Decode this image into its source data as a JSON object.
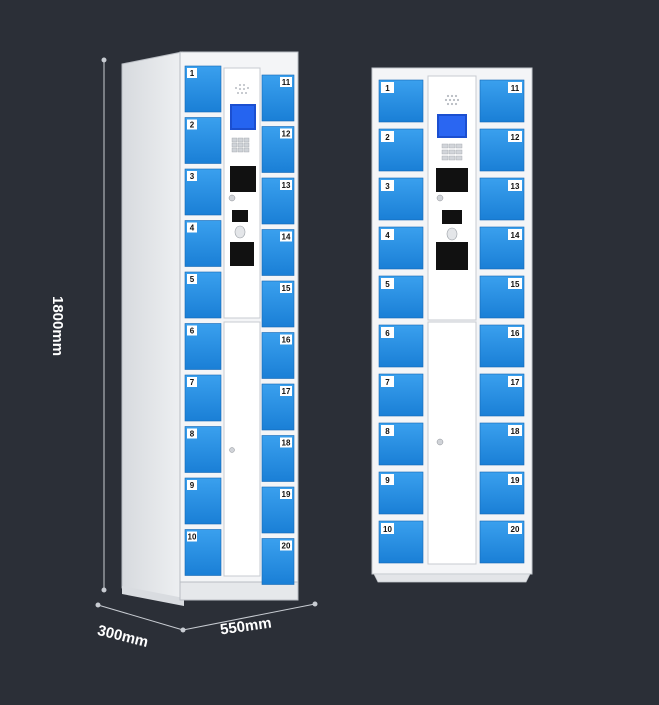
{
  "dimensions": {
    "height": "1800mm",
    "depth": "300mm",
    "width": "550mm"
  },
  "left_column_numbers": [
    "1",
    "2",
    "3",
    "4",
    "5",
    "6",
    "7",
    "8",
    "9",
    "10"
  ],
  "right_column_numbers": [
    "11",
    "12",
    "13",
    "14",
    "15",
    "16",
    "17",
    "18",
    "19",
    "20"
  ],
  "colors": {
    "background": "#2b2f37",
    "door_blue": "#1e8be0",
    "cabinet_body": "#f2f3f5",
    "panel_black": "#111111"
  },
  "icons": [
    "speaker-grille-icon",
    "keypad-icon",
    "qr-code-panel-icon",
    "lock-icon"
  ]
}
